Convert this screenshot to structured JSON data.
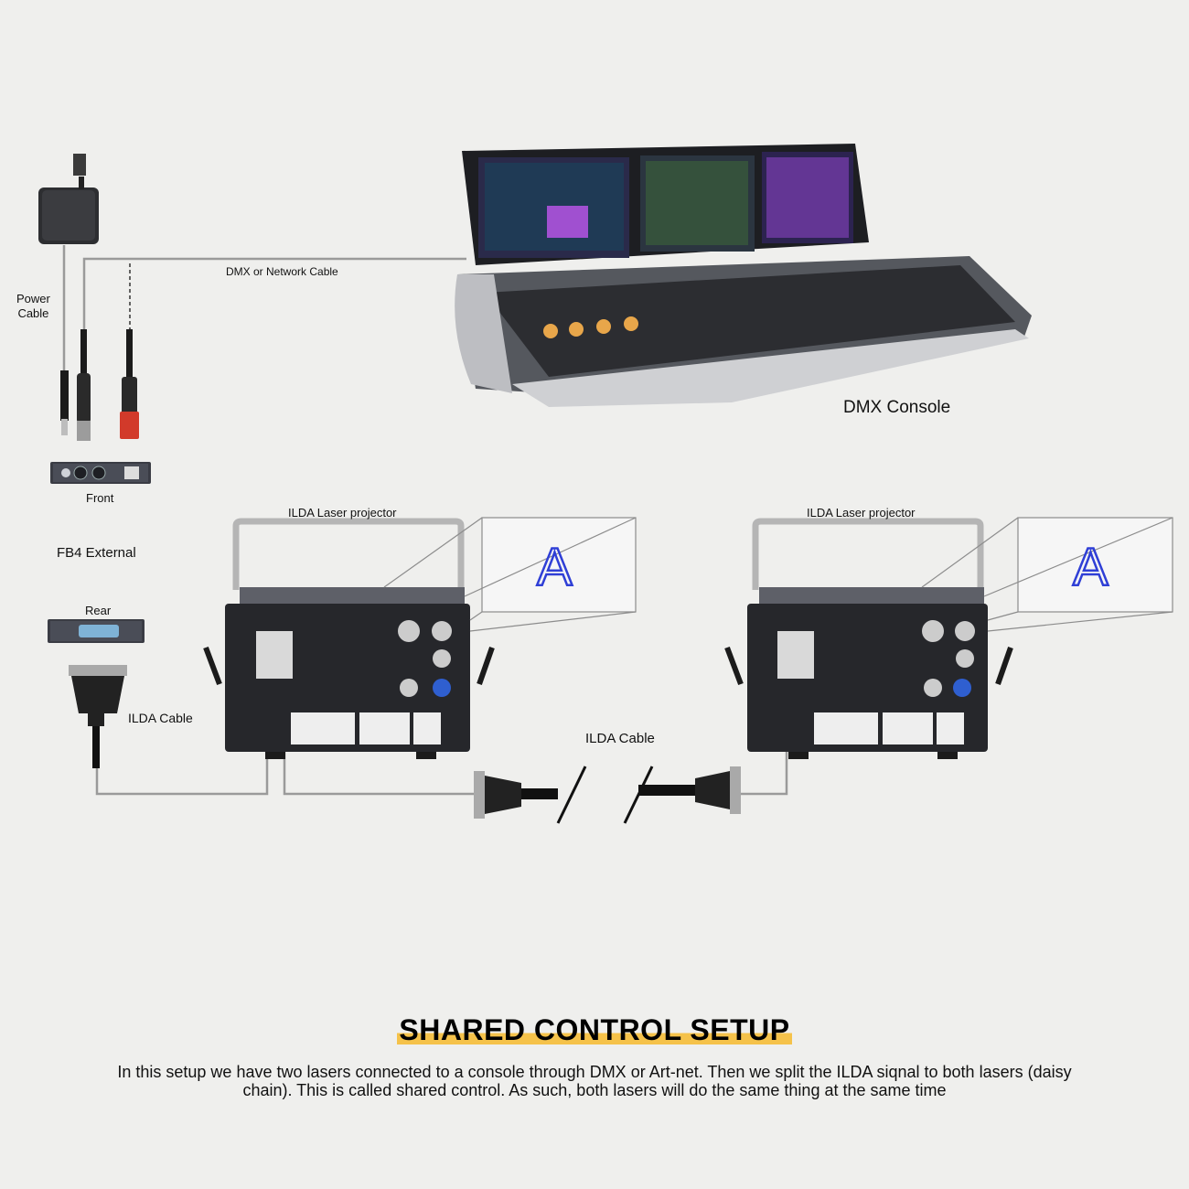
{
  "labels": {
    "power_cable": "Power\nCable",
    "dmx_network_cable": "DMX or Network Cable",
    "dmx_console": "DMX Console",
    "front": "Front",
    "fb4_external": "FB4 External",
    "rear": "Rear",
    "ilda_cable_left": "ILDA Cable",
    "ilda_cable_center": "ILDA Cable",
    "projector_left": "ILDA Laser projector",
    "projector_right": "ILDA Laser projector",
    "projection_letter": "A"
  },
  "title": "SHARED CONTROL SETUP",
  "description": "In this setup we have two lasers connected to a console through DMX or Art-net. Then we split the ILDA siqnal to both lasers (daisy chain). This is called shared control. As such, both lasers will do the same thing at the same time",
  "colors": {
    "background": "#efefed",
    "title_highlight": "#f5c24a",
    "cable": "#9a9a9a",
    "device_dark": "#26272b",
    "letter_blue": "#2f3fd6"
  }
}
